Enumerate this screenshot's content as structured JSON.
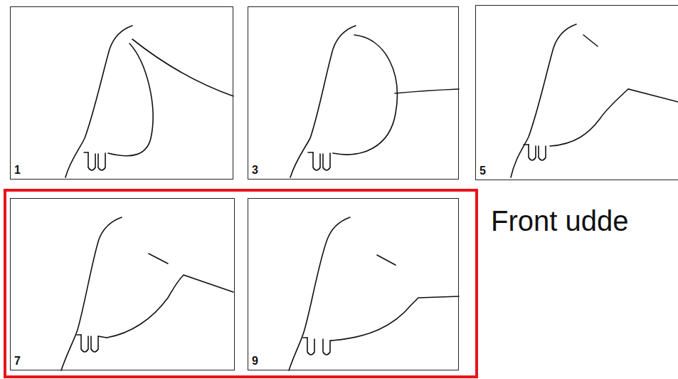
{
  "diagram": {
    "nodes": [
      {
        "text": [
          "1"
        ]
      },
      {
        "text": [
          "3"
        ]
      },
      {
        "text": [
          "5"
        ]
      },
      {
        "text": [
          "7"
        ]
      },
      {
        "text": [
          "9"
        ]
      }
    ],
    "labels": [
      "Front udde"
    ]
  }
}
